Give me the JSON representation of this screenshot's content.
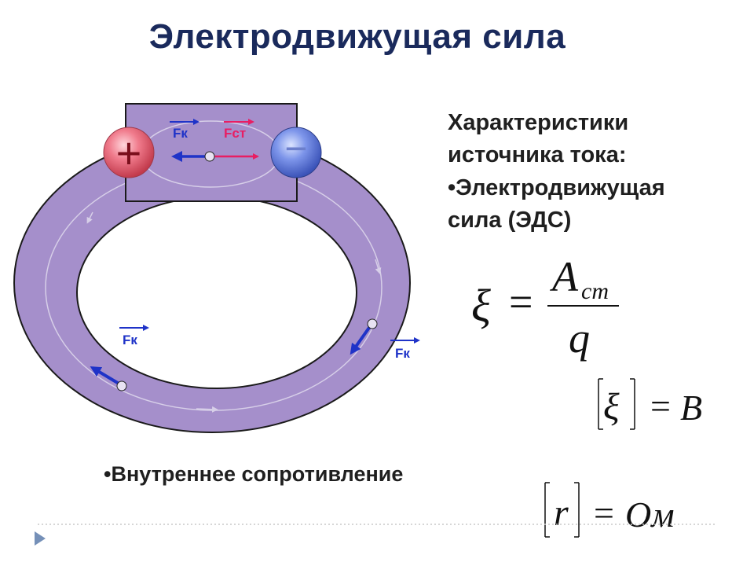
{
  "title": "Электродвижущая сила",
  "side": {
    "line1": "Характеристики",
    "line2": "источника тока:",
    "bullet": "•",
    "line3": "Электродвижущая",
    "line4": "сила (ЭДС)"
  },
  "internal": {
    "bullet": "•",
    "text": "Внутреннее сопротивление"
  },
  "diagram": {
    "label_fk_top": "Fк",
    "label_fst": "Fст",
    "label_fk_left": "Fк",
    "label_fk_right": "Fк",
    "plus_sign": "+",
    "minus_sign": "−"
  },
  "formula_emf": {
    "xi": "ξ",
    "eq": "=",
    "num_A": "A",
    "num_sub": "ст",
    "den": "q"
  },
  "formula_unit_emf": {
    "xi": "ξ",
    "eq": "=",
    "unit": "B"
  },
  "formula_unit_r": {
    "r": "r",
    "eq": "=",
    "unit": "Ом"
  },
  "colors": {
    "ring": "#a58fcb",
    "ring_edge": "#1a1a1a",
    "title": "#1a2a5c",
    "plus_terminal": "#f07b8c",
    "minus_terminal": "#6f8de6",
    "arrow_blue": "#1f33c8",
    "arrow_red": "#e81e63"
  }
}
